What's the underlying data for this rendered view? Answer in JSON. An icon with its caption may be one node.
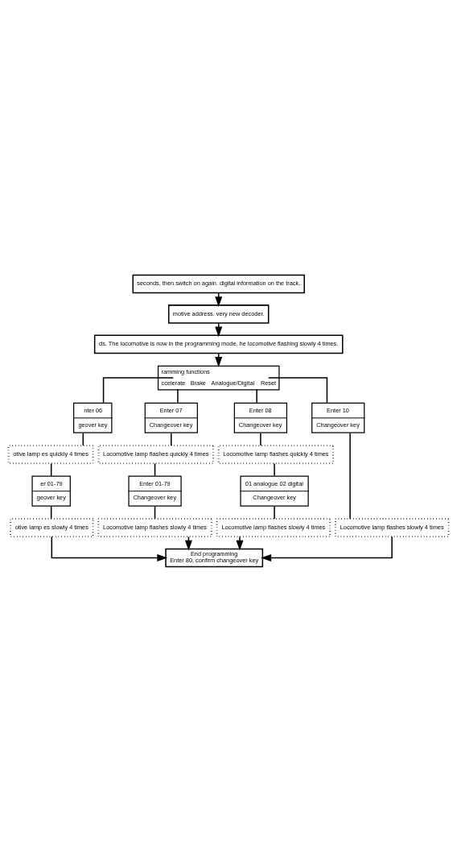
{
  "diagram": {
    "nodes": [
      {
        "text": [
          "seconds, then switch on again. digital information on the track."
        ]
      },
      {
        "text": [
          "motive address. very new decoder."
        ]
      },
      {
        "text": [
          "ds. The locomotive is now in the programming mode. he locomotive flashing slowly 4 times."
        ]
      },
      {
        "text": [
          "ramming functions",
          "ccelerate",
          "Brake",
          "Analogue/Digital",
          "Reset"
        ]
      },
      {
        "text": [
          "nter 06",
          "geover key"
        ]
      },
      {
        "text": [
          "Enter 07",
          "Changeover key"
        ]
      },
      {
        "text": [
          "Enter 08",
          "Changeover key"
        ]
      },
      {
        "text": [
          "Enter 10",
          "Changeover key"
        ]
      },
      {
        "text": [
          "otive lamp es quickly 4 times"
        ]
      },
      {
        "text": [
          "Locomotive lamp flashes quickly 4 times"
        ]
      },
      {
        "text": [
          "Locomotive lamp flashes quickly 4 times"
        ]
      },
      {
        "text": [
          "er 01-79",
          "geover key"
        ]
      },
      {
        "text": [
          "Enter 01-79",
          "Changeover key"
        ]
      },
      {
        "text": [
          "01 analogue 02 digital",
          "Changeover key"
        ]
      },
      {
        "text": [
          "otive lamp es slowly 4 times"
        ]
      },
      {
        "text": [
          "Locomotive lamp flashes slowly 4 times"
        ]
      },
      {
        "text": [
          "Locomotive lamp flashes slowly 4 times"
        ]
      },
      {
        "text": [
          "Locomotive lamp flashes slowly 4 times"
        ]
      },
      {
        "text": [
          "End programming",
          "Enter 80, confirm changeover key"
        ]
      }
    ],
    "edges": [
      {
        "from": 0,
        "to": 1,
        "arrow": "to"
      },
      {
        "from": 1,
        "to": 2,
        "arrow": "to"
      },
      {
        "from": 2,
        "to": 3,
        "arrow": "to"
      },
      {
        "from": 3,
        "to": 4,
        "arrow": "none"
      },
      {
        "from": 3,
        "to": 5,
        "arrow": "none"
      },
      {
        "from": 3,
        "to": 6,
        "arrow": "none"
      },
      {
        "from": 3,
        "to": 7,
        "arrow": "none"
      },
      {
        "from": 4,
        "to": 8,
        "arrow": "none"
      },
      {
        "from": 5,
        "to": 9,
        "arrow": "none"
      },
      {
        "from": 6,
        "to": 10,
        "arrow": "none"
      },
      {
        "from": 7,
        "to": 17,
        "arrow": "none"
      },
      {
        "from": 8,
        "to": 11,
        "arrow": "none"
      },
      {
        "from": 9,
        "to": 12,
        "arrow": "none"
      },
      {
        "from": 10,
        "to": 13,
        "arrow": "none"
      },
      {
        "from": 11,
        "to": 14,
        "arrow": "none"
      },
      {
        "from": 12,
        "to": 15,
        "arrow": "none"
      },
      {
        "from": 13,
        "to": 16,
        "arrow": "none"
      },
      {
        "from": 14,
        "to": 18,
        "arrow": "to"
      },
      {
        "from": 15,
        "to": 18,
        "arrow": "to"
      },
      {
        "from": 16,
        "to": 18,
        "arrow": "to"
      },
      {
        "from": 17,
        "to": 18,
        "arrow": "to"
      }
    ]
  }
}
